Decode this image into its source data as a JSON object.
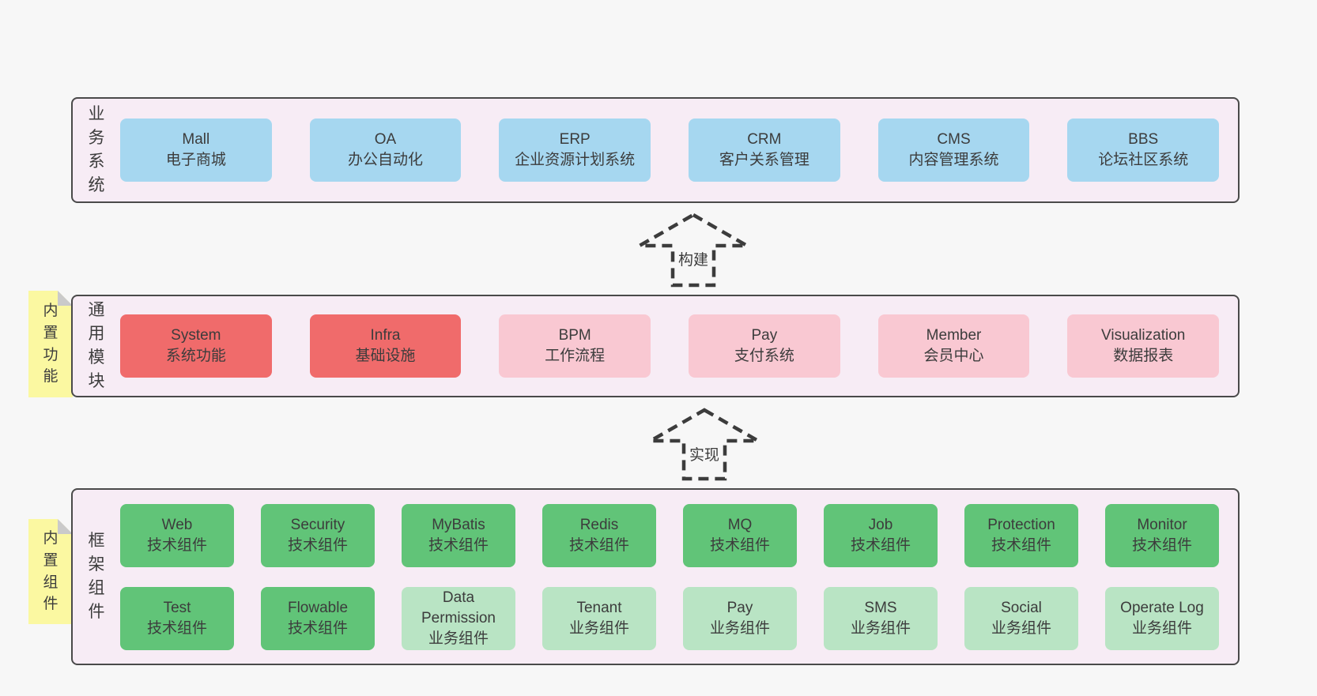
{
  "colors": {
    "page-bg": "#F7F7F7",
    "panel-bg": "#F7ECF5",
    "panel-border": "#4A4A4A",
    "box-blue": "#A6D7F0",
    "box-red": "#F06B6B",
    "box-pink": "#F9C8D2",
    "box-green": "#61C478",
    "box-lightgreen": "#B9E4C4",
    "sticky-yellow": "#FBF8A1",
    "sticky-fold": "#CACACA",
    "arrow": "#3C3C3C",
    "text": "#3C3C3C"
  },
  "arrows": [
    {
      "label": "构建"
    },
    {
      "label": "实现"
    }
  ],
  "layers": [
    {
      "label": "业务系统",
      "boxes": [
        {
          "name": "Mall",
          "desc": "电子商城",
          "tone": "blue"
        },
        {
          "name": "OA",
          "desc": "办公自动化",
          "tone": "blue"
        },
        {
          "name": "ERP",
          "desc": "企业资源计划系统",
          "tone": "blue"
        },
        {
          "name": "CRM",
          "desc": "客户关系管理",
          "tone": "blue"
        },
        {
          "name": "CMS",
          "desc": "内容管理系统",
          "tone": "blue"
        },
        {
          "name": "BBS",
          "desc": "论坛社区系统",
          "tone": "blue"
        }
      ]
    },
    {
      "label": "通用模块",
      "sticky": "内置功能",
      "boxes": [
        {
          "name": "System",
          "desc": "系统功能",
          "tone": "red"
        },
        {
          "name": "Infra",
          "desc": "基础设施",
          "tone": "red"
        },
        {
          "name": "BPM",
          "desc": "工作流程",
          "tone": "pink"
        },
        {
          "name": "Pay",
          "desc": "支付系统",
          "tone": "pink"
        },
        {
          "name": "Member",
          "desc": "会员中心",
          "tone": "pink"
        },
        {
          "name": "Visualization",
          "desc": "数据报表",
          "tone": "pink"
        }
      ]
    },
    {
      "label": "框架组件",
      "sticky": "内置组件",
      "rows": [
        [
          {
            "name": "Web",
            "desc": "技术组件",
            "tone": "green"
          },
          {
            "name": "Security",
            "desc": "技术组件",
            "tone": "green"
          },
          {
            "name": "MyBatis",
            "desc": "技术组件",
            "tone": "green"
          },
          {
            "name": "Redis",
            "desc": "技术组件",
            "tone": "green"
          },
          {
            "name": "MQ",
            "desc": "技术组件",
            "tone": "green"
          },
          {
            "name": "Job",
            "desc": "技术组件",
            "tone": "green"
          },
          {
            "name": "Protection",
            "desc": "技术组件",
            "tone": "green"
          },
          {
            "name": "Monitor",
            "desc": "技术组件",
            "tone": "green"
          }
        ],
        [
          {
            "name": "Test",
            "desc": "技术组件",
            "tone": "green"
          },
          {
            "name": "Flowable",
            "desc": "技术组件",
            "tone": "green"
          },
          {
            "name": "Data Permission",
            "desc": "业务组件",
            "tone": "lightgreen"
          },
          {
            "name": "Tenant",
            "desc": "业务组件",
            "tone": "lightgreen"
          },
          {
            "name": "Pay",
            "desc": "业务组件",
            "tone": "lightgreen"
          },
          {
            "name": "SMS",
            "desc": "业务组件",
            "tone": "lightgreen"
          },
          {
            "name": "Social",
            "desc": "业务组件",
            "tone": "lightgreen"
          },
          {
            "name": "Operate Log",
            "desc": "业务组件",
            "tone": "lightgreen"
          }
        ]
      ]
    }
  ]
}
